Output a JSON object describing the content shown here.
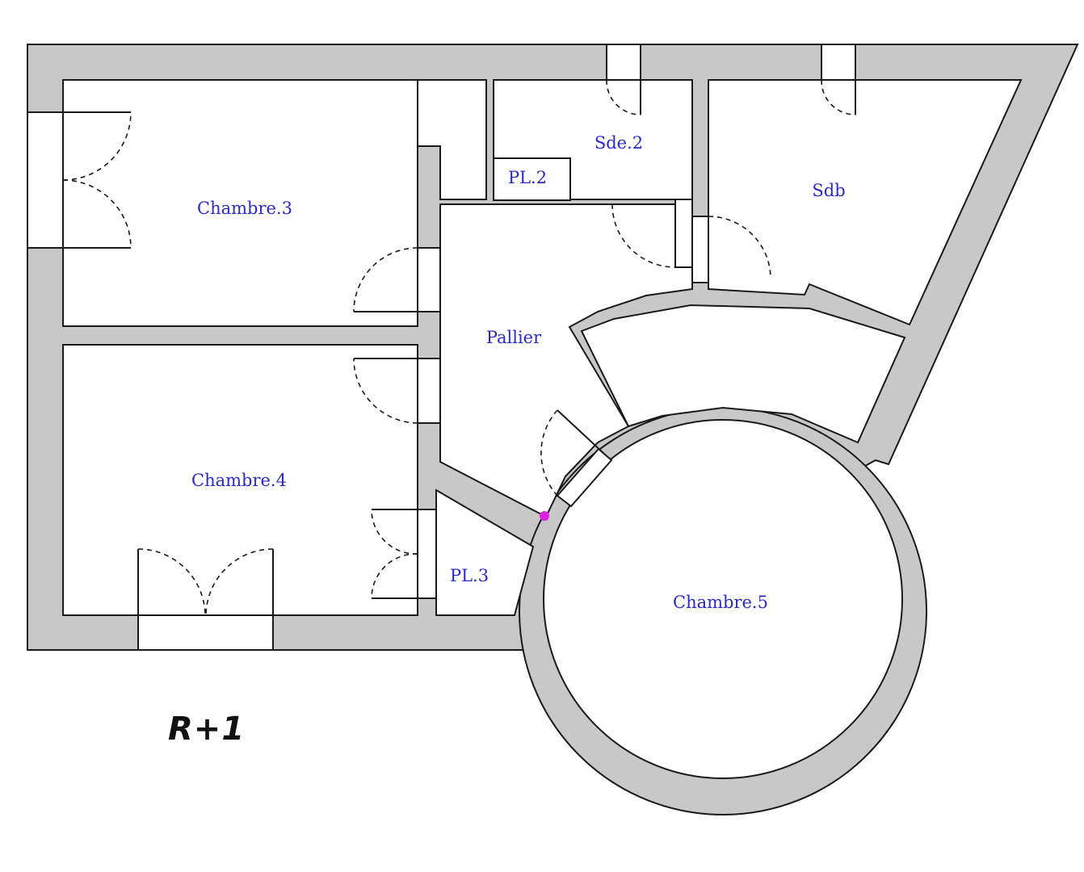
{
  "plan": {
    "level": "R+1",
    "rooms": {
      "chambre3": "Chambre.3",
      "chambre4": "Chambre.4",
      "chambre5": "Chambre.5",
      "sde2": "Sde.2",
      "sdb": "Sdb",
      "pl2": "PL.2",
      "pl3": "PL.3",
      "pallier": "Pallier"
    },
    "colors": {
      "wall": "#c8c8c8",
      "label": "#2a2ac8",
      "marker": "#e020e0"
    }
  }
}
